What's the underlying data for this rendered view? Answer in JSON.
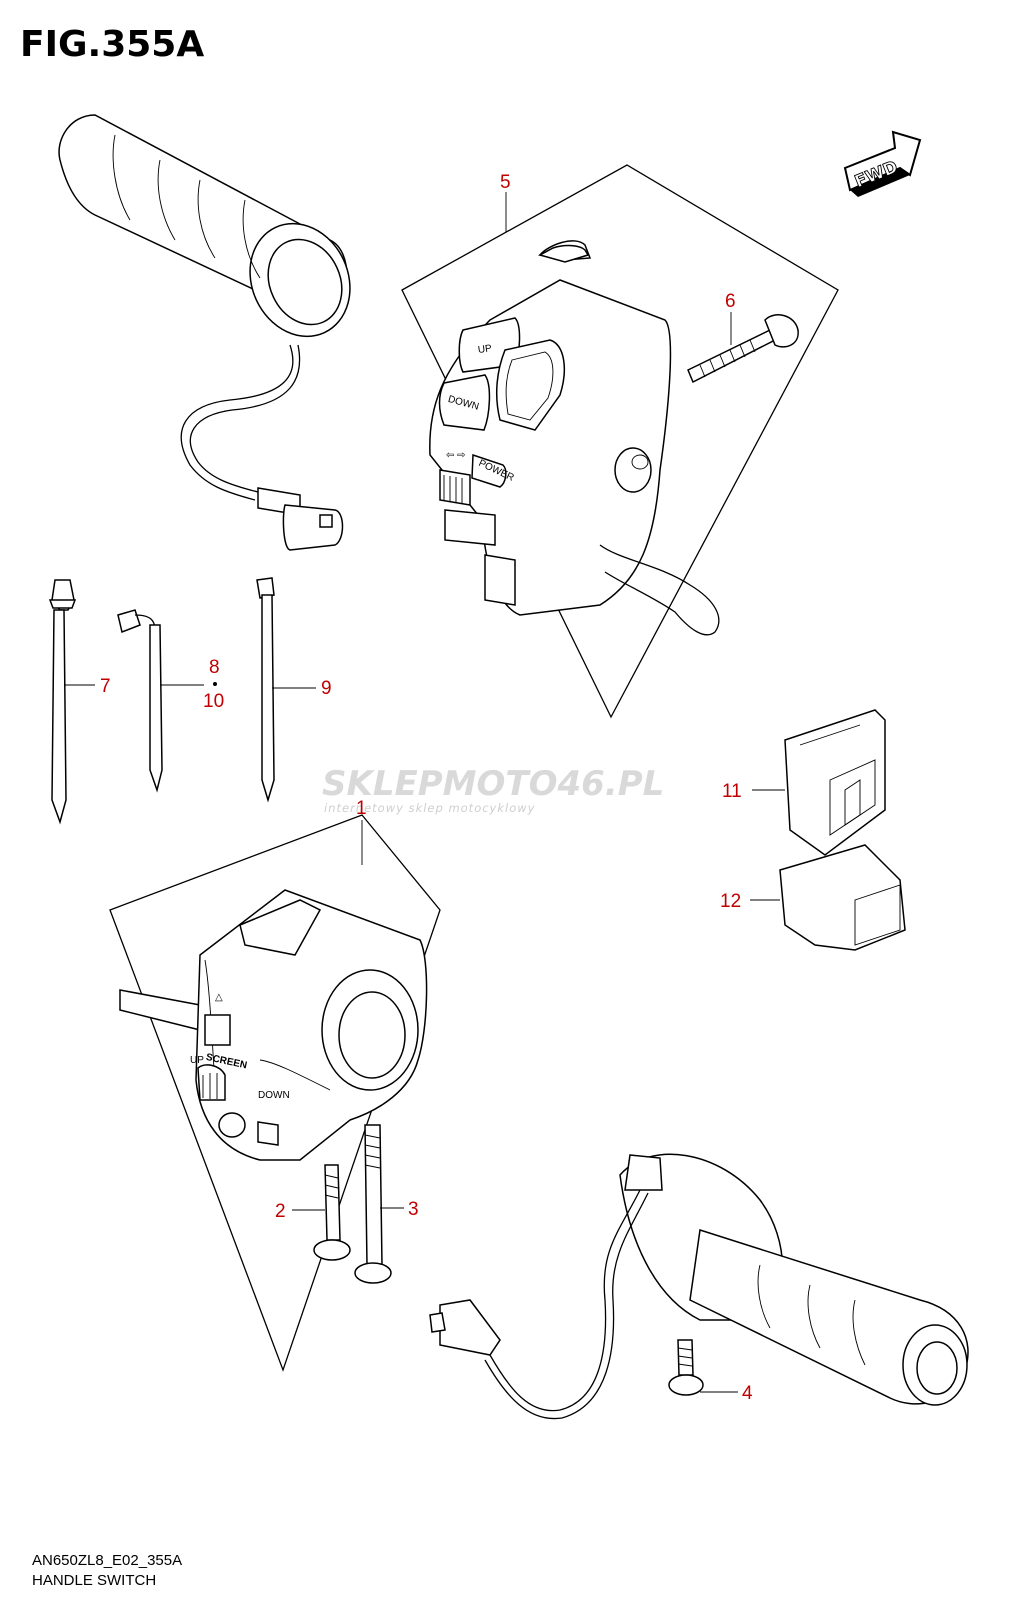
{
  "figure": {
    "title": "FIG.355A"
  },
  "footer": {
    "model_code": "AN650ZL8_E02_355A",
    "section_name": "HANDLE SWITCH"
  },
  "watermark": {
    "brand": "SKLEPMOTO46.PL",
    "tagline": "internetowy sklep motocyklowy"
  },
  "direction_badge": {
    "label": "FWD"
  },
  "switch_labels": {
    "up": "UP",
    "down": "DOWN",
    "power": "POWER",
    "screen": "SCREEN",
    "screen_down": "DOWN",
    "screen_up": "UP"
  },
  "callouts": [
    {
      "id": "c1",
      "number": "1"
    },
    {
      "id": "c2",
      "number": "2"
    },
    {
      "id": "c3",
      "number": "3"
    },
    {
      "id": "c4",
      "number": "4"
    },
    {
      "id": "c5",
      "number": "5"
    },
    {
      "id": "c6",
      "number": "6"
    },
    {
      "id": "c7",
      "number": "7"
    },
    {
      "id": "c8",
      "number": "8"
    },
    {
      "id": "c10",
      "number": "10"
    },
    {
      "id": "c9",
      "number": "9"
    },
    {
      "id": "c11",
      "number": "11"
    },
    {
      "id": "c12",
      "number": "12"
    }
  ],
  "colors": {
    "callout": "#c00000",
    "line": "#000000",
    "watermark": "#d9d9d9"
  }
}
